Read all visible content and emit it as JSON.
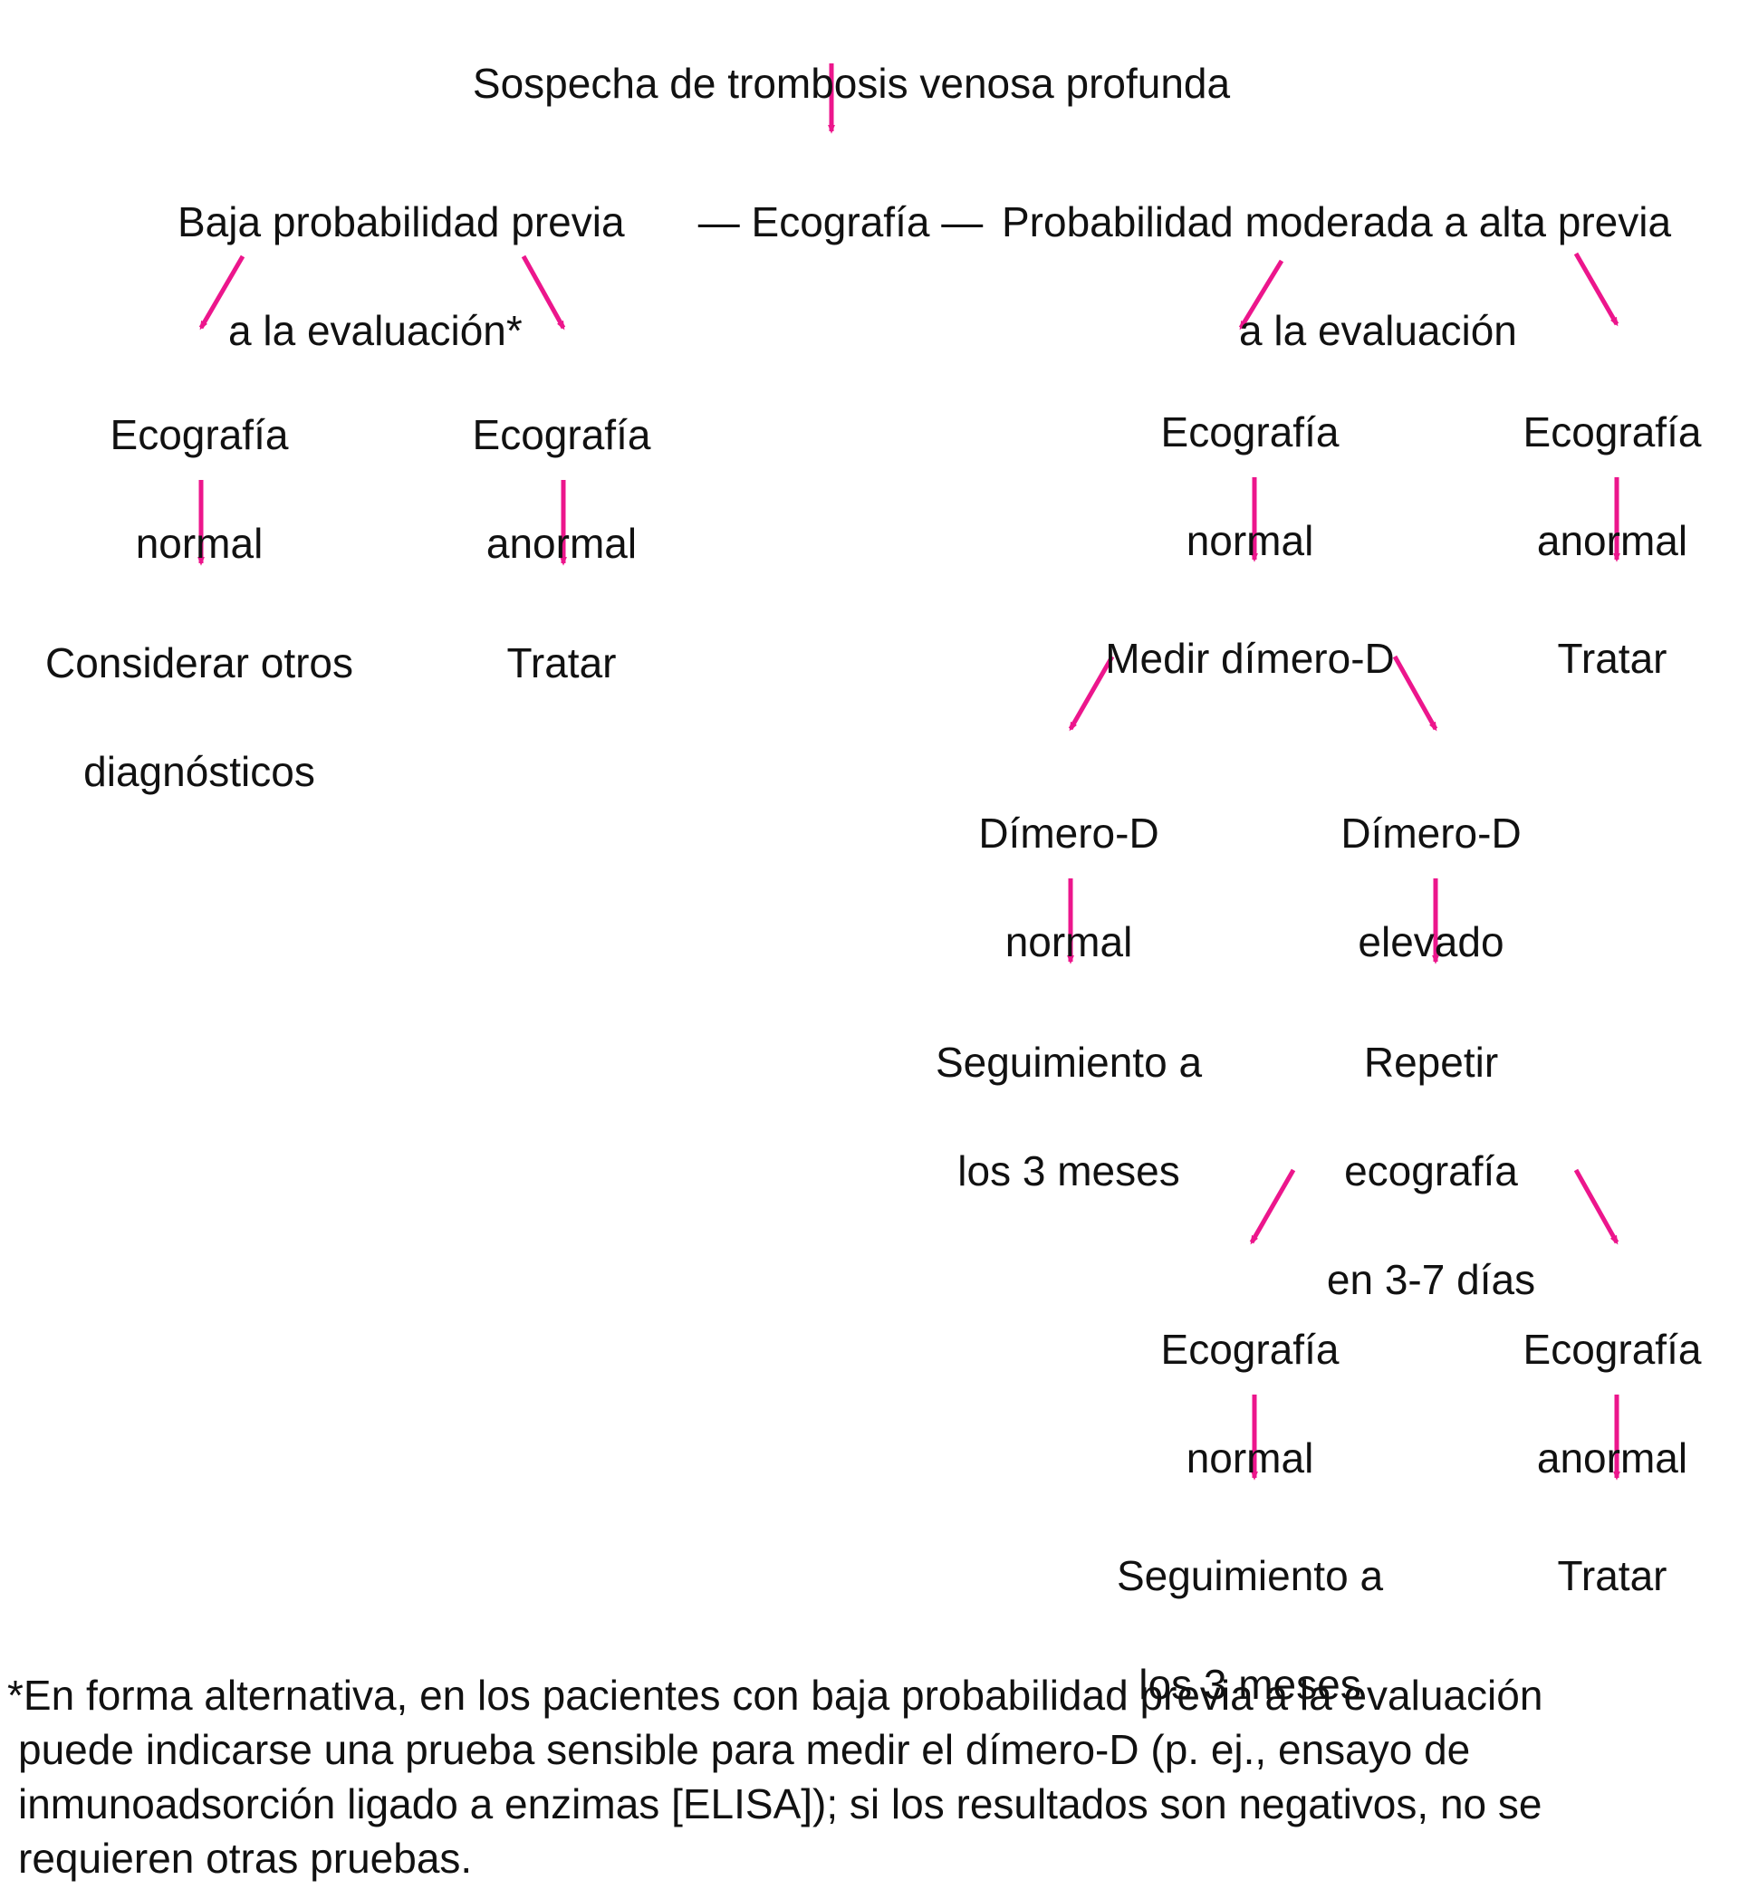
{
  "colors": {
    "arrow": "#ec168c",
    "text": "#111111",
    "background": "#ffffff"
  },
  "nodes": {
    "root": "Sospecha de trombosis venosa profunda",
    "low_prob": [
      "Baja probabilidad previa",
      "a la evaluación*"
    ],
    "connector": "— Ecografía —",
    "high_prob": [
      "Probabilidad moderada a alta previa",
      "a la evaluación"
    ],
    "low_us_normal": [
      "Ecografía",
      "normal"
    ],
    "low_us_abnormal": [
      "Ecografía",
      "anormal"
    ],
    "low_other_dx": [
      "Considerar otros",
      "diagnósticos"
    ],
    "low_treat": "Tratar",
    "high_us_normal": [
      "Ecografía",
      "normal"
    ],
    "high_us_abnormal": [
      "Ecografía",
      "anormal"
    ],
    "measure_ddimer": "Medir dímero-D",
    "high_treat": "Tratar",
    "ddimer_normal": [
      "Dímero-D",
      "normal"
    ],
    "ddimer_elevated": [
      "Dímero-D",
      "elevado"
    ],
    "followup_1": [
      "Seguimiento a",
      "los 3 meses"
    ],
    "repeat_us": [
      "Repetir",
      "ecografía",
      "en 3-7 días"
    ],
    "repeat_us_normal": [
      "Ecografía",
      "normal"
    ],
    "repeat_us_abnormal": [
      "Ecografía",
      "anormal"
    ],
    "followup_2": [
      "Seguimiento a",
      "los 3 meses"
    ],
    "final_treat": "Tratar"
  },
  "footnote": [
    "*En forma alternativa, en los pacientes con baja probabilidad previa a la evaluación",
    "puede indicarse una prueba sensible para medir el dímero-D (p. ej., ensayo de",
    "inmunoadsorción ligado a enzimas [ELISA]); si los resultados son negativos, no se",
    "requieren otras pruebas."
  ]
}
